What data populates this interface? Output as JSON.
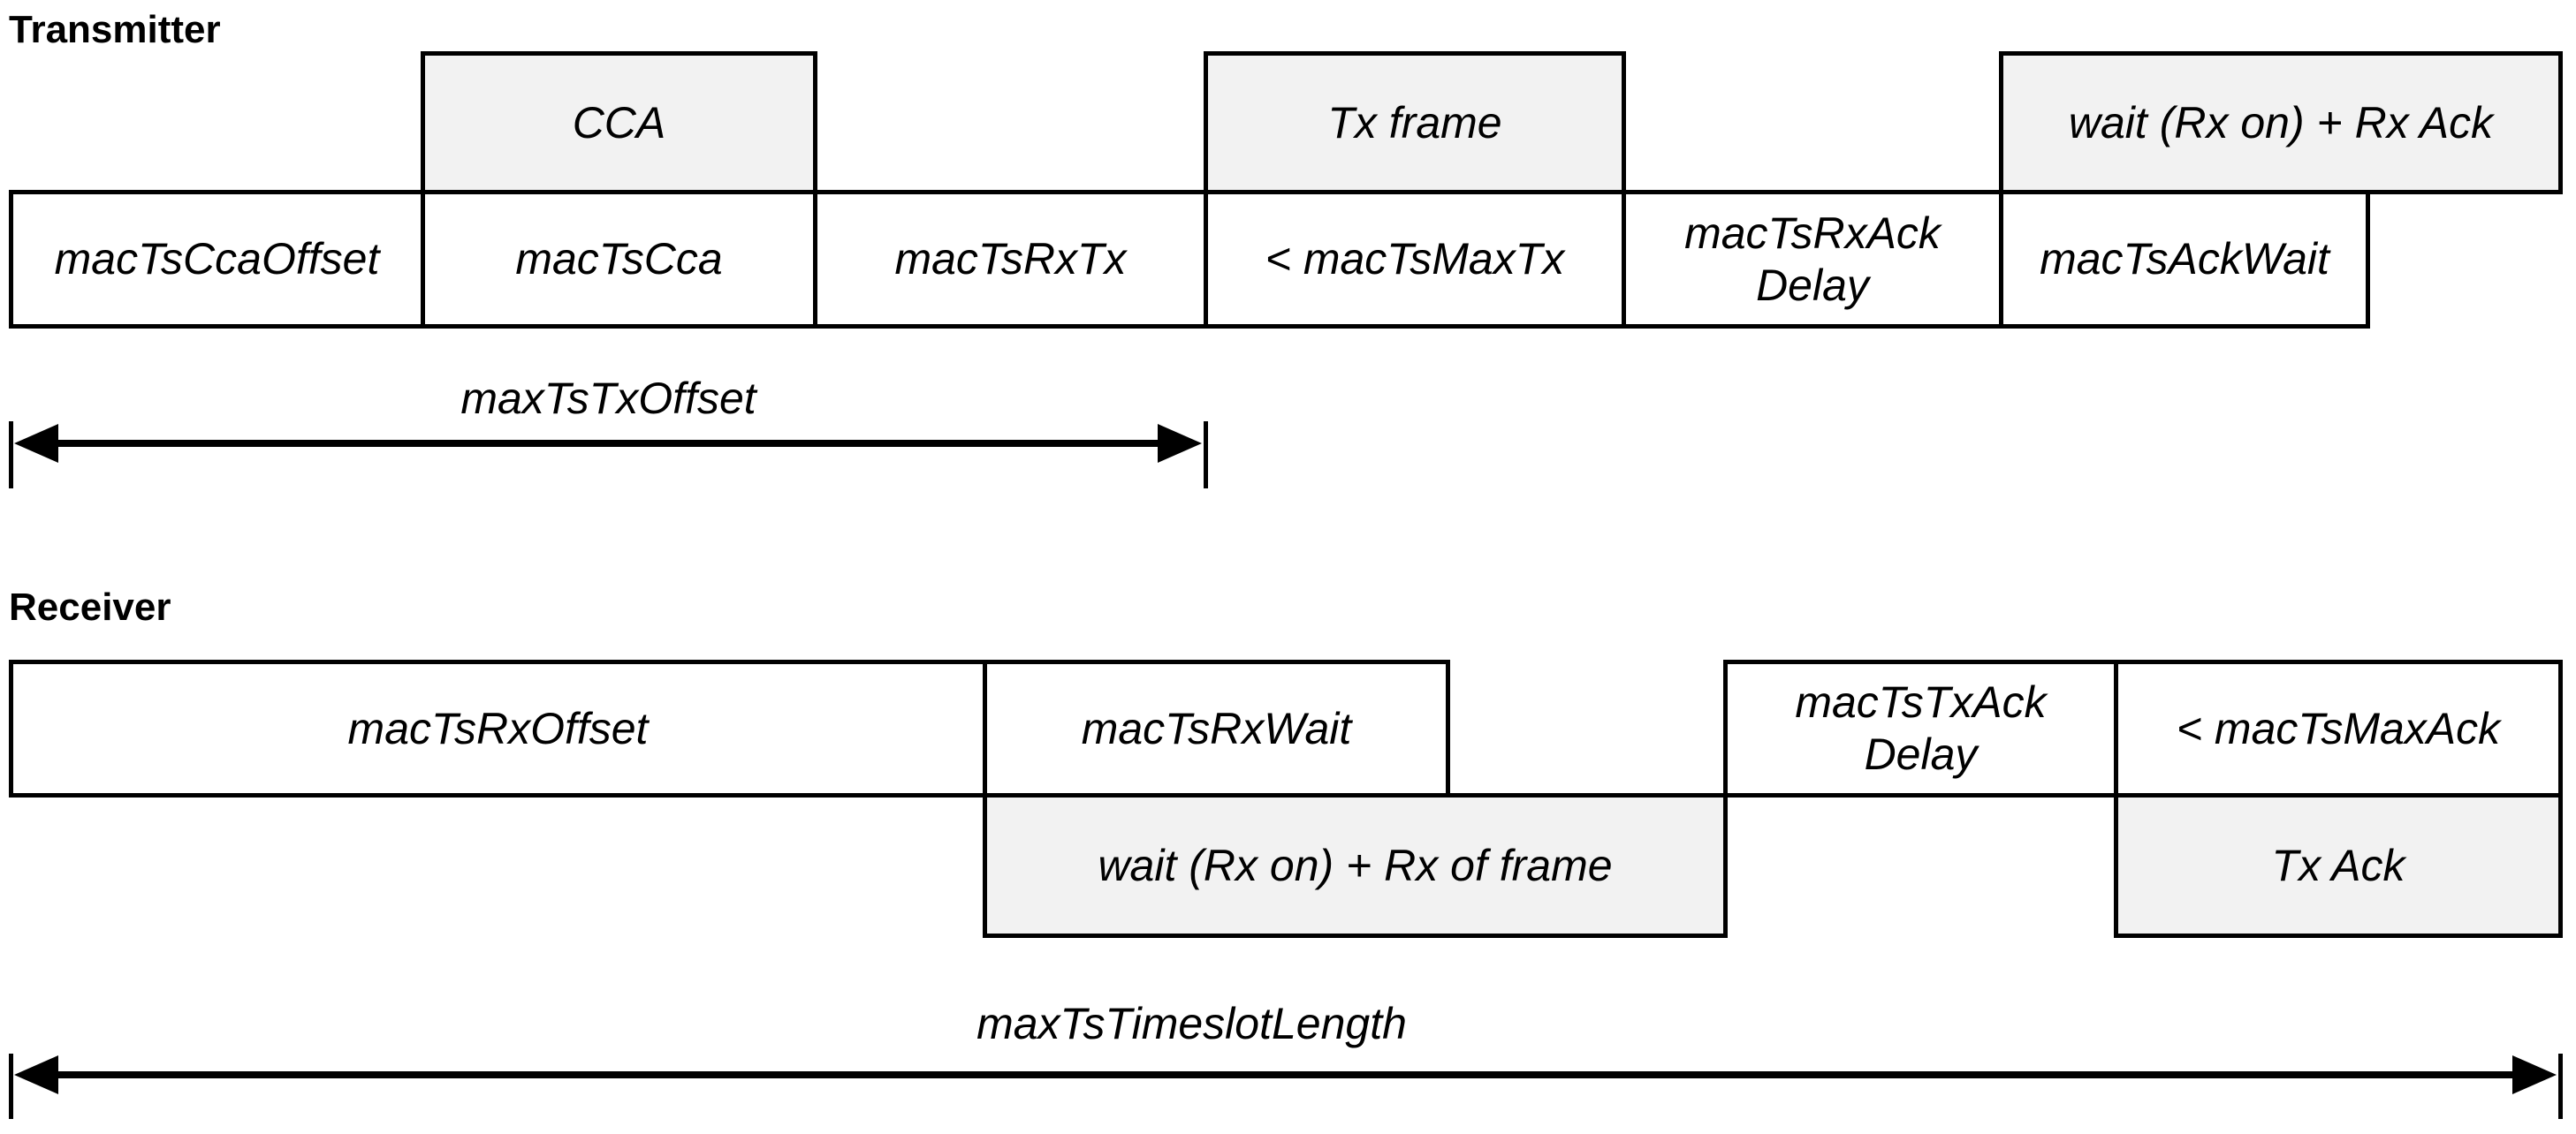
{
  "transmitter": {
    "title": "Transmitter",
    "activities": [
      "CCA",
      "Tx frame",
      "wait (Rx on) + Rx Ack"
    ],
    "cells": [
      "macTsCcaOffset",
      "macTsCca",
      "macTsRxTx",
      "< macTsMaxTx",
      "macTsRxAck Delay",
      "macTsAckWait"
    ],
    "span_label": "maxTsTxOffset"
  },
  "receiver": {
    "title": "Receiver",
    "cells": [
      "macTsRxOffset",
      "macTsRxWait",
      "macTsTxAck Delay",
      "< macTsMaxAck"
    ],
    "activities": [
      "wait (Rx on) + Rx of frame",
      "Tx Ack"
    ],
    "span_label": "maxTsTimeslotLength"
  },
  "colors": {
    "activity_fill": "#f2f2f2",
    "border": "#000000",
    "background": "#ffffff",
    "text": "#000000"
  }
}
